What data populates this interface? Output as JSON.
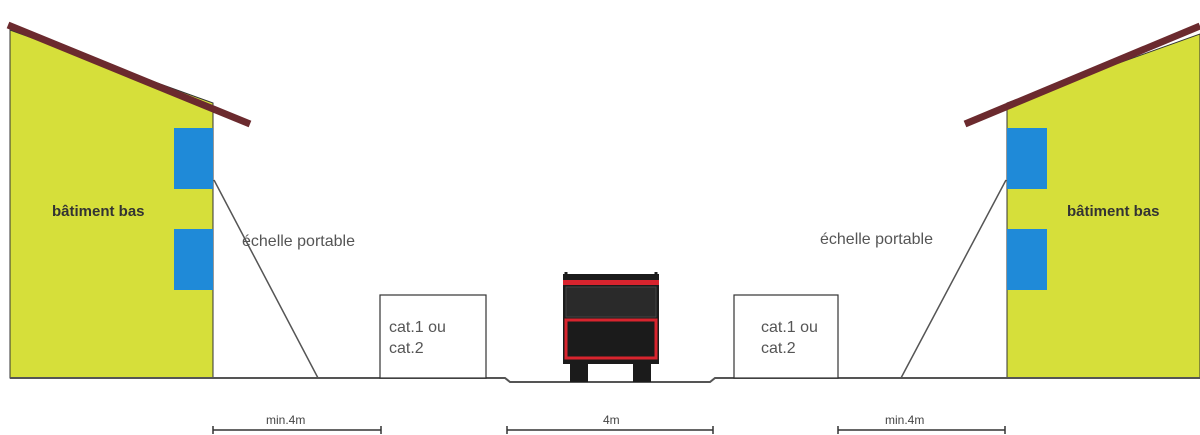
{
  "colors": {
    "building": "#d6df3a",
    "roof": "#6b2a2e",
    "window": "#1f8ad8",
    "ground": "#555555",
    "truck_body": "#1b1b1b",
    "truck_accent": "#d8242e",
    "outline": "#333333"
  },
  "left": {
    "building_label": "bâtiment bas",
    "ladder_label": "échelle portable",
    "vehicle_label_line1": "cat.1 ou",
    "vehicle_label_line2": "cat.2",
    "dimension_label": "min.4m"
  },
  "center": {
    "dimension_label": "4m"
  },
  "right": {
    "building_label": "bâtiment bas",
    "ladder_label": "échelle portable",
    "vehicle_label_line1": "cat.1 ou",
    "vehicle_label_line2": "cat.2",
    "dimension_label": "min.4m"
  }
}
